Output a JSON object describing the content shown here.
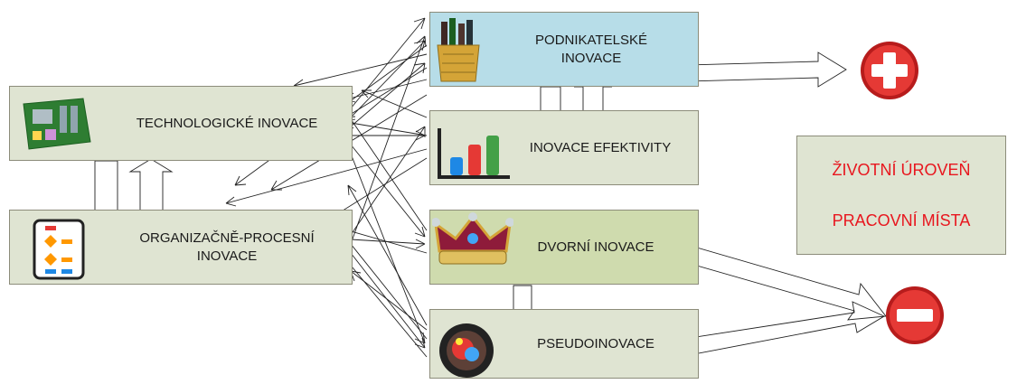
{
  "nodes": {
    "technologicke": "TECHNOLOGICKÉ INOVACE",
    "organizacne": "ORGANIZAČNĚ-PROCESNÍ\nINOVACE",
    "podnikatelske": "PODNIKATELSKÉ\nINOVACE",
    "efektivity": "INOVACE EFEKTIVITY",
    "dvorni": "DVORNÍ INOVACE",
    "pseudo": "PSEUDOINOVACE"
  },
  "outcomes": {
    "line1": "ŽIVOTNÍ ÚROVEŇ",
    "line2": "PRACOVNÍ MÍSTA"
  },
  "colors": {
    "box_green": "#dfe4d2",
    "box_blue": "#b7dde8",
    "box_dvorni": "#cfdbae",
    "outcome_red": "#e8161e",
    "plus_red": "#d8141b"
  },
  "icons": {
    "technologicke": "motherboard-icon",
    "organizacne": "flowchart-icon",
    "podnikatelske": "gift-basket-icon",
    "efektivity": "bar-chart-icon",
    "dvorni": "crown-icon",
    "pseudo": "spinning-disc-icon",
    "positive": "plus-circle-icon",
    "negative": "minus-circle-icon"
  }
}
